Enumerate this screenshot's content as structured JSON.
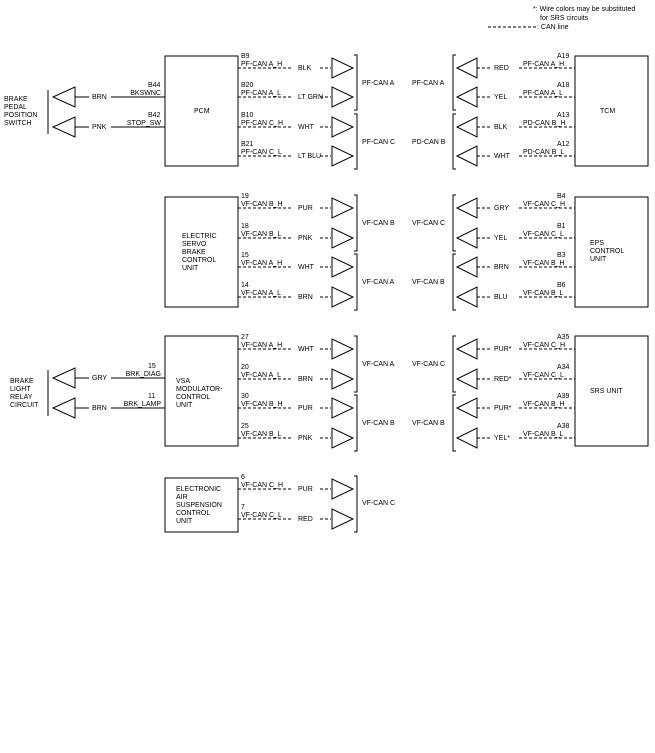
{
  "legend": {
    "note_line1": "*: Wire colors may be substituted",
    "note_line2": "for SRS circuits",
    "can_line": ": CAN line"
  },
  "modules": {
    "pcm": "PCM",
    "tcm": "TCM",
    "esb": [
      "ELECTRIC",
      "SERVO",
      "BRAKE",
      "CONTROL",
      "UNIT"
    ],
    "eps": [
      "EPS",
      "CONTROL",
      "UNIT"
    ],
    "vsa": [
      "VSA",
      "MODULATOR-",
      "CONTROL",
      "UNIT"
    ],
    "srs": "SRS UNIT",
    "eas": [
      "ELECTRONIC",
      "AIR",
      "SUSPENSION",
      "CONTROL",
      "UNIT"
    ]
  },
  "externals": {
    "brake_pedal": [
      "BRAKE",
      "PEDAL",
      "POSITION",
      "SWITCH"
    ],
    "brake_light": [
      "BRAKE",
      "LIGHT",
      "RELAY",
      "CIRCUIT"
    ]
  },
  "side_wires": {
    "pcm": [
      {
        "color": "BRN",
        "pin": "B44",
        "signal": "BKSWNC"
      },
      {
        "color": "PNK",
        "pin": "B42",
        "signal": "STOP_SW"
      }
    ],
    "vsa": [
      {
        "color": "GRY",
        "pin": "15",
        "signal": "BRK_DIAG"
      },
      {
        "color": "BRN",
        "pin": "11",
        "signal": "BRK_LAMP"
      }
    ]
  },
  "left_wires": {
    "pcm": [
      {
        "pin": "B9",
        "signal": "PF-CAN A_H",
        "color": "BLK"
      },
      {
        "pin": "B20",
        "signal": "PF-CAN A_L",
        "color": "LT GRN"
      },
      {
        "pin": "B10",
        "signal": "PF-CAN C_H",
        "color": "WHT"
      },
      {
        "pin": "B21",
        "signal": "PF-CAN C_L",
        "color": "LT BLU"
      }
    ],
    "esb": [
      {
        "pin": "19",
        "signal": "VF-CAN B_H",
        "color": "PUR"
      },
      {
        "pin": "18",
        "signal": "VF-CAN B_L",
        "color": "PNK"
      },
      {
        "pin": "15",
        "signal": "VF-CAN A_H",
        "color": "WHT"
      },
      {
        "pin": "14",
        "signal": "VF-CAN A_L",
        "color": "BRN"
      }
    ],
    "vsa": [
      {
        "pin": "27",
        "signal": "VF-CAN A_H",
        "color": "WHT"
      },
      {
        "pin": "20",
        "signal": "VF-CAN A_L",
        "color": "BRN"
      },
      {
        "pin": "30",
        "signal": "VF-CAN B_H",
        "color": "PUR"
      },
      {
        "pin": "25",
        "signal": "VF-CAN B_L",
        "color": "PNK"
      }
    ],
    "eas": [
      {
        "pin": "6",
        "signal": "VF-CAN C_H",
        "color": "PUR"
      },
      {
        "pin": "7",
        "signal": "VF-CAN C_L",
        "color": "RED"
      }
    ]
  },
  "right_wires": {
    "tcm": [
      {
        "pin": "A19",
        "signal": "PF-CAN A_H",
        "color": "RED"
      },
      {
        "pin": "A18",
        "signal": "PF-CAN A_L",
        "color": "YEL"
      },
      {
        "pin": "A13",
        "signal": "PD-CAN B_H",
        "color": "BLK"
      },
      {
        "pin": "A12",
        "signal": "PD-CAN B_L",
        "color": "WHT"
      }
    ],
    "eps": [
      {
        "pin": "B4",
        "signal": "VF-CAN C_H",
        "color": "GRY"
      },
      {
        "pin": "B1",
        "signal": "VF-CAN C_L",
        "color": "YEL"
      },
      {
        "pin": "B3",
        "signal": "VF-CAN B_H",
        "color": "BRN"
      },
      {
        "pin": "B6",
        "signal": "VF-CAN B_L",
        "color": "BLU"
      }
    ],
    "srs": [
      {
        "pin": "A35",
        "signal": "VF-CAN C_H",
        "color": "PUR*"
      },
      {
        "pin": "A34",
        "signal": "VF-CAN C_L",
        "color": "RED*"
      },
      {
        "pin": "A39",
        "signal": "VF-CAN B_H",
        "color": "PUR*"
      },
      {
        "pin": "A38",
        "signal": "VF-CAN B_L",
        "color": "YEL*"
      }
    ]
  },
  "bus_labels": {
    "row1_left_a": "PF-CAN A",
    "row1_left_c": "PF-CAN C",
    "row1_right_a": "PF-CAN A",
    "row1_right_b": "PD-CAN B",
    "row2_left_b": "VF-CAN B",
    "row2_left_a": "VF-CAN A",
    "row2_right_c": "VF-CAN C",
    "row2_right_b": "VF-CAN B",
    "row3_left_a": "VF-CAN A",
    "row3_left_b": "VF-CAN B",
    "row3_right_c": "VF-CAN C",
    "row3_right_b": "VF-CAN B",
    "row4_left_c": "VF-CAN C"
  }
}
